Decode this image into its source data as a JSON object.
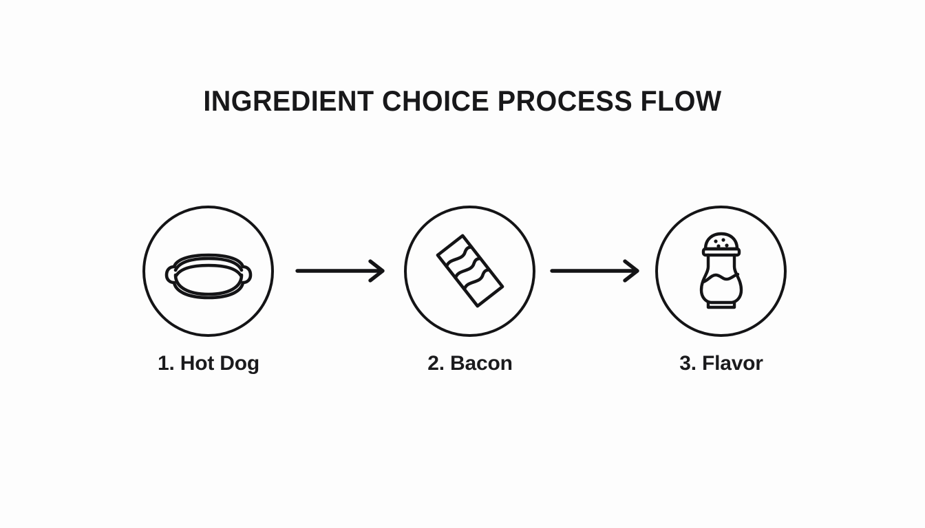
{
  "page": {
    "background_color": "#fdfdfd",
    "ink_color": "#141416",
    "title": "INGREDIENT CHOICE PROCESS FLOW"
  },
  "flow": {
    "steps": [
      {
        "index": "1",
        "label": "1. Hot Dog",
        "icon": "hot-dog-icon",
        "icon_title": "Hot dog in a bun"
      },
      {
        "index": "2",
        "label": "2. Bacon",
        "icon": "bacon-strip-icon",
        "icon_title": "Strip of bacon"
      },
      {
        "index": "3",
        "label": "3. Flavor",
        "icon": "salt-shaker-icon",
        "icon_title": "Salt shaker"
      }
    ],
    "connectors": [
      {
        "from": "1. Hot Dog",
        "to": "2. Bacon",
        "icon": "arrow-right-icon"
      },
      {
        "from": "2. Bacon",
        "to": "3. Flavor",
        "icon": "arrow-right-icon"
      }
    ]
  }
}
